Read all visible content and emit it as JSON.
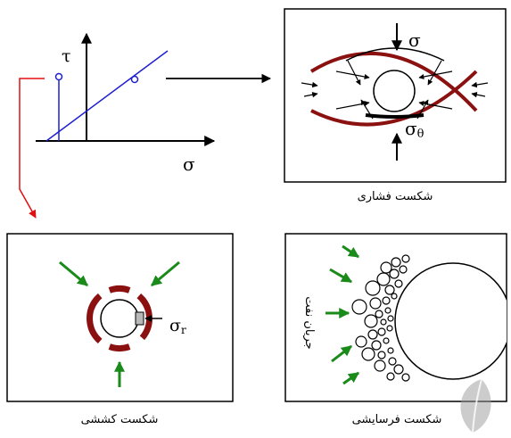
{
  "colors": {
    "line_blue": "#1f1fd0",
    "dark_red": "#8b1010",
    "green": "#1a8a1a",
    "red_arrow": "#e01010",
    "black": "#000000",
    "grey_rect": "#b8b8b8"
  },
  "graph": {
    "x_symbol": "σ",
    "y_symbol": "τ"
  },
  "compressive_panel": {
    "top_stress": "σ",
    "bottom_stress_main": "σ",
    "bottom_stress_sub": "θ",
    "caption": "شکست فشاری"
  },
  "tensile_panel": {
    "stress_main": "σ",
    "stress_sub": "r",
    "caption": "شکست کششی"
  },
  "erosion_panel": {
    "vertical_label": "جریان نفت",
    "caption": "شکست فرسایشی"
  },
  "watermark": {
    "icon": "leaf-logo-icon"
  }
}
